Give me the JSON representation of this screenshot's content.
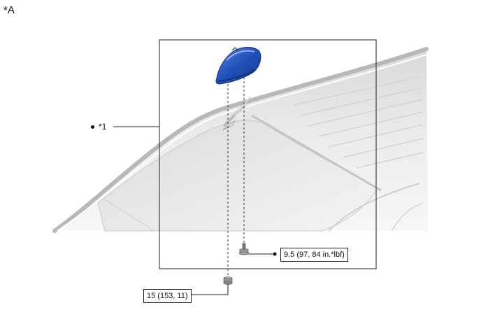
{
  "view_label": "*A",
  "part_ref": "*1",
  "torque_bolt": "9.5 (97, 84 in.*lbf)",
  "torque_nut": "15 (153, 11)",
  "colors": {
    "antenna": "#1f4fb8",
    "antenna_highlight": "#5f8be0",
    "roof_fill": "#ececec",
    "roof_edge": "#bdbdbd",
    "line": "#222222"
  }
}
